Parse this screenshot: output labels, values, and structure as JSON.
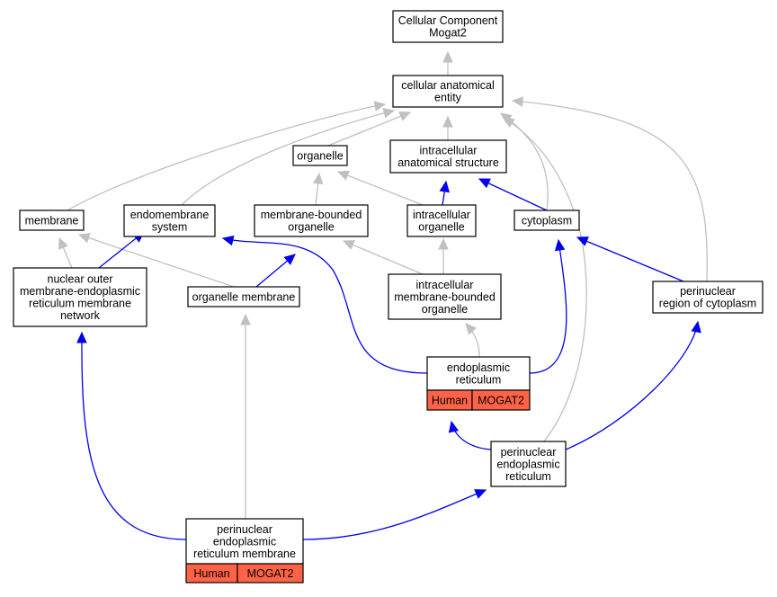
{
  "nodes": [
    {
      "id": "root",
      "lines": [
        "Cellular Component",
        "Mogat2"
      ]
    },
    {
      "id": "cae",
      "lines": [
        "cellular anatomical",
        "entity"
      ]
    },
    {
      "id": "organelle",
      "lines": [
        "organelle"
      ]
    },
    {
      "id": "ias",
      "lines": [
        "intracellular",
        "anatomical structure"
      ]
    },
    {
      "id": "membrane",
      "lines": [
        "membrane"
      ]
    },
    {
      "id": "endo",
      "lines": [
        "endomembrane",
        "system"
      ]
    },
    {
      "id": "mbo",
      "lines": [
        "membrane-bounded",
        "organelle"
      ]
    },
    {
      "id": "io",
      "lines": [
        "intracellular",
        "organelle"
      ]
    },
    {
      "id": "cyto",
      "lines": [
        "cytoplasm"
      ]
    },
    {
      "id": "nomer",
      "lines": [
        "nuclear outer",
        "membrane-endoplasmic",
        "reticulum membrane",
        "network"
      ]
    },
    {
      "id": "om",
      "lines": [
        "organelle membrane"
      ]
    },
    {
      "id": "imbo",
      "lines": [
        "intracellular",
        "membrane-bounded",
        "organelle"
      ]
    },
    {
      "id": "prc",
      "lines": [
        "perinuclear",
        "region of cytoplasm"
      ]
    },
    {
      "id": "er",
      "lines": [
        "endoplasmic",
        "reticulum"
      ],
      "tags": [
        "Human",
        "MOGAT2"
      ]
    },
    {
      "id": "per",
      "lines": [
        "perinuclear",
        "endoplasmic",
        "reticulum"
      ]
    },
    {
      "id": "perm",
      "lines": [
        "perinuclear",
        "endoplasmic",
        "reticulum membrane"
      ],
      "tags": [
        "Human",
        "MOGAT2"
      ]
    }
  ],
  "edges": [
    {
      "from": "cae",
      "to": "root",
      "color": "gray"
    },
    {
      "from": "organelle",
      "to": "cae",
      "color": "gray"
    },
    {
      "from": "ias",
      "to": "cae",
      "color": "gray"
    },
    {
      "from": "membrane",
      "to": "cae",
      "color": "gray"
    },
    {
      "from": "endo",
      "to": "cae",
      "color": "gray"
    },
    {
      "from": "cyto",
      "to": "cae",
      "color": "gray"
    },
    {
      "from": "prc",
      "to": "cae",
      "color": "gray"
    },
    {
      "from": "per",
      "to": "cae",
      "color": "gray"
    },
    {
      "from": "mbo",
      "to": "organelle",
      "color": "gray"
    },
    {
      "from": "io",
      "to": "organelle",
      "color": "gray"
    },
    {
      "from": "io",
      "to": "ias",
      "color": "blue"
    },
    {
      "from": "cyto",
      "to": "ias",
      "color": "blue"
    },
    {
      "from": "nomer",
      "to": "membrane",
      "color": "gray"
    },
    {
      "from": "om",
      "to": "membrane",
      "color": "gray"
    },
    {
      "from": "nomer",
      "to": "endo",
      "color": "blue"
    },
    {
      "from": "er",
      "to": "endo",
      "color": "blue"
    },
    {
      "from": "om",
      "to": "mbo",
      "color": "blue"
    },
    {
      "from": "imbo",
      "to": "mbo",
      "color": "gray"
    },
    {
      "from": "imbo",
      "to": "io",
      "color": "gray"
    },
    {
      "from": "er",
      "to": "imbo",
      "color": "gray"
    },
    {
      "from": "er",
      "to": "cyto",
      "color": "blue"
    },
    {
      "from": "prc",
      "to": "cyto",
      "color": "blue"
    },
    {
      "from": "per",
      "to": "er",
      "color": "blue"
    },
    {
      "from": "per",
      "to": "prc",
      "color": "blue"
    },
    {
      "from": "perm",
      "to": "nomer",
      "color": "blue"
    },
    {
      "from": "perm",
      "to": "om",
      "color": "gray"
    },
    {
      "from": "perm",
      "to": "per",
      "color": "blue"
    }
  ],
  "colors": {
    "gray_edge": "#c0c0c0",
    "blue_edge": "#0000ee",
    "tag_fill": "#ff6347",
    "box_stroke": "#000000"
  }
}
